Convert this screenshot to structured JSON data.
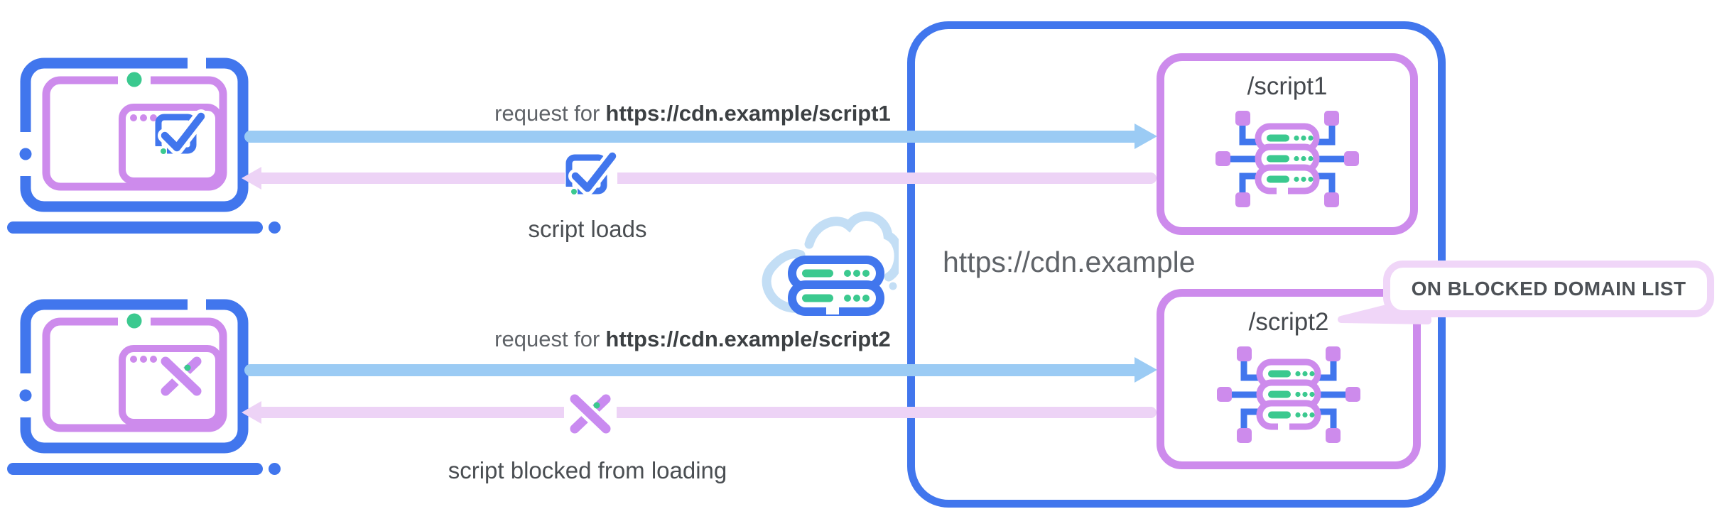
{
  "colors": {
    "primary_blue": "#4176ED",
    "orchid_purple": "#CD8BEC",
    "request_arrow_blue": "#9BCBF4",
    "response_arrow_lavender": "#EDD3F6",
    "callout_pink_border": "#F0D6F8",
    "green_accent": "#3BC98F",
    "cloud_light_blue": "#C3DEF5",
    "text_gray": "#5F6368",
    "text_dark": "#3C4043"
  },
  "icons": {
    "client_allowed": "laptop-browser-check-icon",
    "client_blocked": "laptop-browser-x-icon",
    "network": "cloud-server-icon",
    "endpoint": "server-cluster-icon",
    "loaded": "check-square-icon",
    "blocked": "x-mark-icon"
  },
  "flows": [
    {
      "request_prefix": "request for",
      "request_url": "https://cdn.example/script1",
      "response_label": "script loads"
    },
    {
      "request_prefix": "request for",
      "request_url": "https://cdn.example/script2",
      "response_label": "script blocked from loading"
    }
  ],
  "cdn": {
    "domain": "https://cdn.example",
    "endpoints": [
      {
        "path": "/script1"
      },
      {
        "path": "/script2",
        "callout": "ON BLOCKED DOMAIN LIST"
      }
    ]
  }
}
